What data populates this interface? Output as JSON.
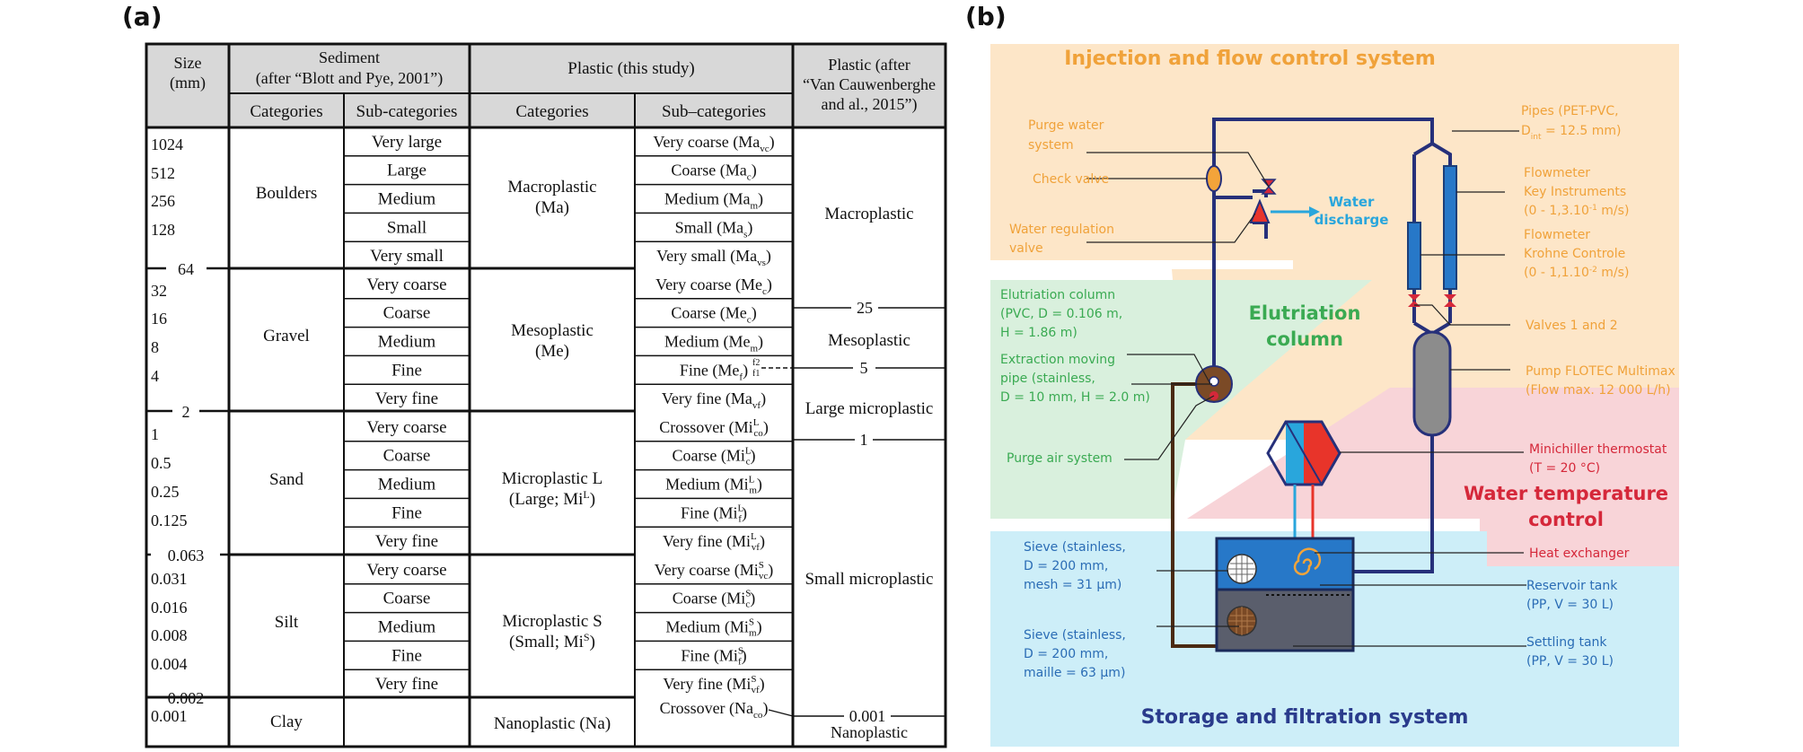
{
  "panel_a": {
    "label": "(a)",
    "header": {
      "size_l1": "Size",
      "size_l2": "(mm)",
      "sediment_l1": "Sediment",
      "sediment_l2": "(after “Blott and Pye, 2001”)",
      "plastic_study": "Plastic (this study)",
      "plastic_after_l1": "Plastic (after",
      "plastic_after_l2": "“Van Cauwenberghe",
      "plastic_after_l3": "and al., 2015”)",
      "categories": "Categories",
      "subcategories": "Sub-categories",
      "categories2": "Categories",
      "subcategories2": "Sub–categories"
    },
    "sizes": [
      "1024",
      "512",
      "256",
      "128",
      "32",
      "16",
      "8",
      "4",
      "1",
      "0.5",
      "0.25",
      "0.125",
      "0.031",
      "0.016",
      "0.008",
      "0.004",
      "0.001"
    ],
    "boundaries": [
      "64",
      "2",
      "0.063",
      "0.002"
    ],
    "sed_categories": [
      "Boulders",
      "Gravel",
      "Sand",
      "Silt",
      "Clay"
    ],
    "sed_subcategories": [
      "Very large",
      "Large",
      "Medium",
      "Small",
      "Very small",
      "Very coarse",
      "Coarse",
      "Medium",
      "Fine",
      "Very fine",
      "Very coarse",
      "Coarse",
      "Medium",
      "Fine",
      "Very fine",
      "Very coarse",
      "Coarse",
      "Medium",
      "Fine",
      "Very fine"
    ],
    "plastic_categories": {
      "ma_l1": "Macroplastic",
      "ma_l2": "(Ma)",
      "me_l1": "Mesoplastic",
      "me_l2": "(Me)",
      "mil_l1": "Microplastic L",
      "mil_l2": "(Large; Mi",
      "mil_sup": "L",
      "mil_end": ")",
      "mis_l1": "Microplastic S",
      "mis_l2": "(Small; Mi",
      "mis_sup": "S",
      "mis_end": ")",
      "na": "Nanoplastic (Na)"
    },
    "plastic_subcategories": [
      {
        "pre": "Very coarse (Ma",
        "sup": "",
        "sub": "vc",
        "post": ")"
      },
      {
        "pre": "Coarse (Ma",
        "sup": "",
        "sub": "c",
        "post": ")"
      },
      {
        "pre": "Medium (Ma",
        "sup": "",
        "sub": "m",
        "post": ")"
      },
      {
        "pre": "Small (Ma",
        "sup": "",
        "sub": "s",
        "post": ")"
      },
      {
        "pre": "Very small (Ma",
        "sup": "",
        "sub": "vs",
        "post": ")"
      },
      {
        "pre": "Very coarse (Me",
        "sup": "",
        "sub": "c",
        "post": ")"
      },
      {
        "pre": "Coarse (Me",
        "sup": "",
        "sub": "c",
        "post": ")"
      },
      {
        "pre": "Medium (Me",
        "sup": "",
        "sub": "m",
        "post": ")"
      },
      {
        "pre": "Fine (Me",
        "sup": "",
        "sub": "f",
        "post": ")"
      },
      {
        "pre": "Very fine (Ma",
        "sup": "",
        "sub": "vf",
        "post": ")"
      },
      {
        "pre": "Crossover (Mi",
        "sup": "L",
        "sub": "co",
        "post": ")"
      },
      {
        "pre": "Coarse (Mi",
        "sup": "L",
        "sub": "c",
        "post": ")"
      },
      {
        "pre": "Medium (Mi",
        "sup": "L",
        "sub": "m",
        "post": ")"
      },
      {
        "pre": "Fine (Mi",
        "sup": "L",
        "sub": "f",
        "post": ")"
      },
      {
        "pre": "Very fine (Mi",
        "sup": "L",
        "sub": "vf",
        "post": ")"
      },
      {
        "pre": "Very coarse (Mi",
        "sup": "S",
        "sub": "vc",
        "post": ")"
      },
      {
        "pre": "Coarse (Mi",
        "sup": "S",
        "sub": "c",
        "post": ")"
      },
      {
        "pre": "Medium (Mi",
        "sup": "S",
        "sub": "m",
        "post": ")"
      },
      {
        "pre": "Fine (Mi",
        "sup": "S",
        "sub": "f",
        "post": ")"
      },
      {
        "pre": "Very fine (Mi",
        "sup": "S",
        "sub": "vf",
        "post": ")"
      },
      {
        "pre": "Crossover (Na",
        "sup": "",
        "sub": "co",
        "post": ")"
      }
    ],
    "fine_marks": {
      "f2": "f2",
      "f1": "f1"
    },
    "vc": {
      "macro": "Macroplastic",
      "b25": "25",
      "meso": "Mesoplastic",
      "b5": "5",
      "large": "Large microplastic",
      "b1": "1",
      "small": "Small microplastic",
      "b0001": "0.001",
      "nano": "Nanoplastic"
    }
  },
  "panel_b": {
    "label": "(b)",
    "colors": {
      "orange_zone": "#fde6c8",
      "green_zone": "#d9f0dd",
      "pink_zone": "#f8d4d8",
      "blue_zone": "#cdeef8",
      "orange_text": "#f0a23a",
      "green_text": "#3aaa52",
      "red_text": "#d5283a",
      "blue_text": "#2a6cb5",
      "navy_text": "#2a3b8c",
      "pipe": "#26307a"
    },
    "zones": {
      "injection": "Injection and flow control system",
      "elutriation_l1": "Elutriation",
      "elutriation_l2": "column",
      "water_temp_l1": "Water temperature",
      "water_temp_l2": "control",
      "storage": "Storage and filtration system"
    },
    "water_discharge_l1": "Water",
    "water_discharge_l2": "discharge",
    "labels_left": {
      "purge_water_l1": "Purge water",
      "purge_water_l2": "system",
      "check_valve": "Check valve",
      "water_reg_l1": "Water regulation",
      "water_reg_l2": "valve",
      "elut_col_l1": "Elutriation column",
      "elut_col_l2": "(PVC, D = 0.106 m,",
      "elut_col_l3": "H = 1.86 m)",
      "extract_l1": "Extraction moving",
      "extract_l2": "pipe (stainless,",
      "extract_l3": "D = 10 mm, H = 2.0 m)",
      "purge_air": "Purge air system",
      "sieve1_l1": "Sieve (stainless,",
      "sieve1_l2": "D = 200 mm,",
      "sieve1_l3": "mesh = 31 μm)",
      "sieve2_l1": "Sieve (stainless,",
      "sieve2_l2": "D = 200 mm,",
      "sieve2_l3": "maille = 63 μm)"
    },
    "labels_right": {
      "pipes_l1": "Pipes (PET-PVC,",
      "pipes_l2": "D",
      "pipes_sub": "int",
      "pipes_l2b": " = 12.5 mm)",
      "fm1_l1": "Flowmeter",
      "fm1_l2": "Key Instruments",
      "fm1_l3": "(0 - 1,3.10",
      "fm1_sup": "-1",
      "fm1_l3b": " m/s)",
      "fm2_l1": "Flowmeter",
      "fm2_l2": "Krohne Controle",
      "fm2_l3": "(0 - 1,1.10",
      "fm2_sup": "-2",
      "fm2_l3b": " m/s)",
      "valves": "Valves 1 and 2",
      "pump_l1": "Pump FLOTEC Multimax",
      "pump_l2": "(Flow max. 12 000 L/h)",
      "chiller_l1": "Minichiller thermostat",
      "chiller_l2": "(T = 20 °C)",
      "heat_ex": "Heat exchanger",
      "reservoir_l1": "Reservoir tank",
      "reservoir_l2": "(PP, V = 30 L)",
      "settling_l1": "Settling tank",
      "settling_l2": "(PP, V = 30 L)"
    }
  }
}
